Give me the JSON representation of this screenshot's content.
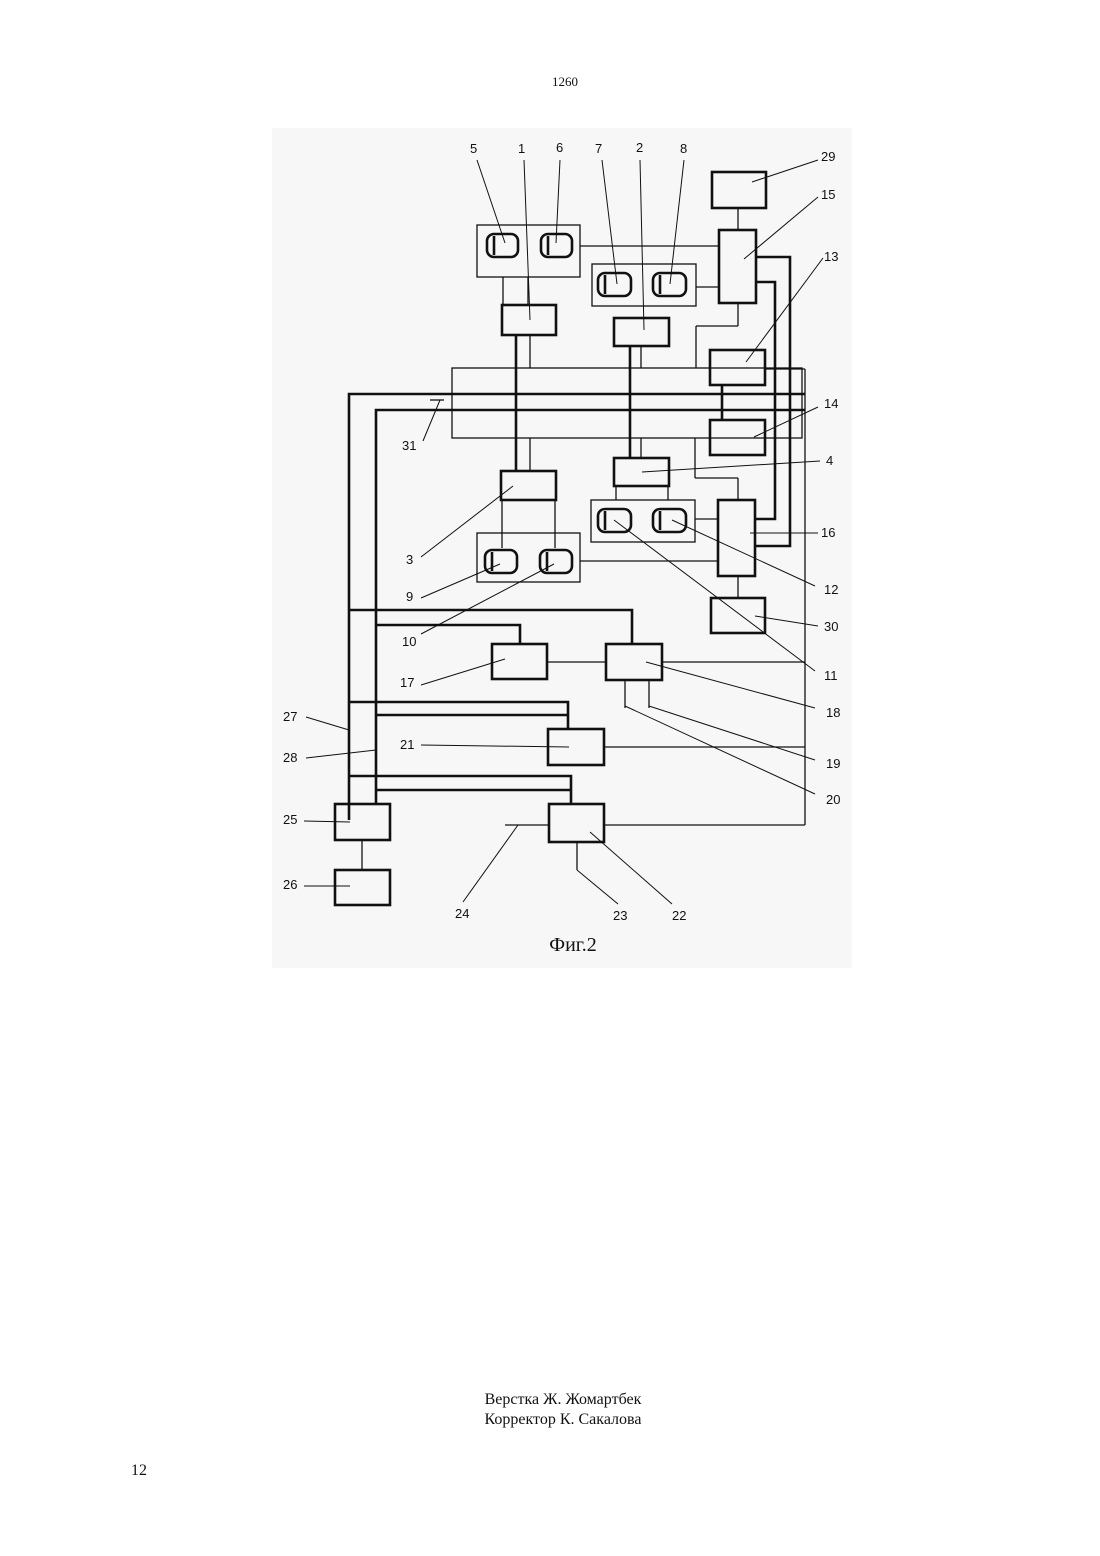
{
  "header": {
    "page_number": "1260"
  },
  "figure": {
    "caption": "Фиг.2",
    "labels": {
      "l1": "1",
      "l2": "2",
      "l3": "3",
      "l4": "4",
      "l5": "5",
      "l6": "6",
      "l7": "7",
      "l8": "8",
      "l9": "9",
      "l10": "10",
      "l11": "11",
      "l12": "12",
      "l13": "13",
      "l14": "14",
      "l15": "15",
      "l16": "16",
      "l17": "17",
      "l18": "18",
      "l19": "19",
      "l20": "20",
      "l21": "21",
      "l22": "22",
      "l23": "23",
      "l24": "24",
      "l25": "25",
      "l26": "26",
      "l27": "27",
      "l28": "28",
      "l29": "29",
      "l30": "30",
      "l31": "31"
    }
  },
  "credits": {
    "line1": "Верстка Ж. Жомартбек",
    "line2": "Корректор К. Сакалова"
  },
  "footer": {
    "page_number": "12"
  }
}
